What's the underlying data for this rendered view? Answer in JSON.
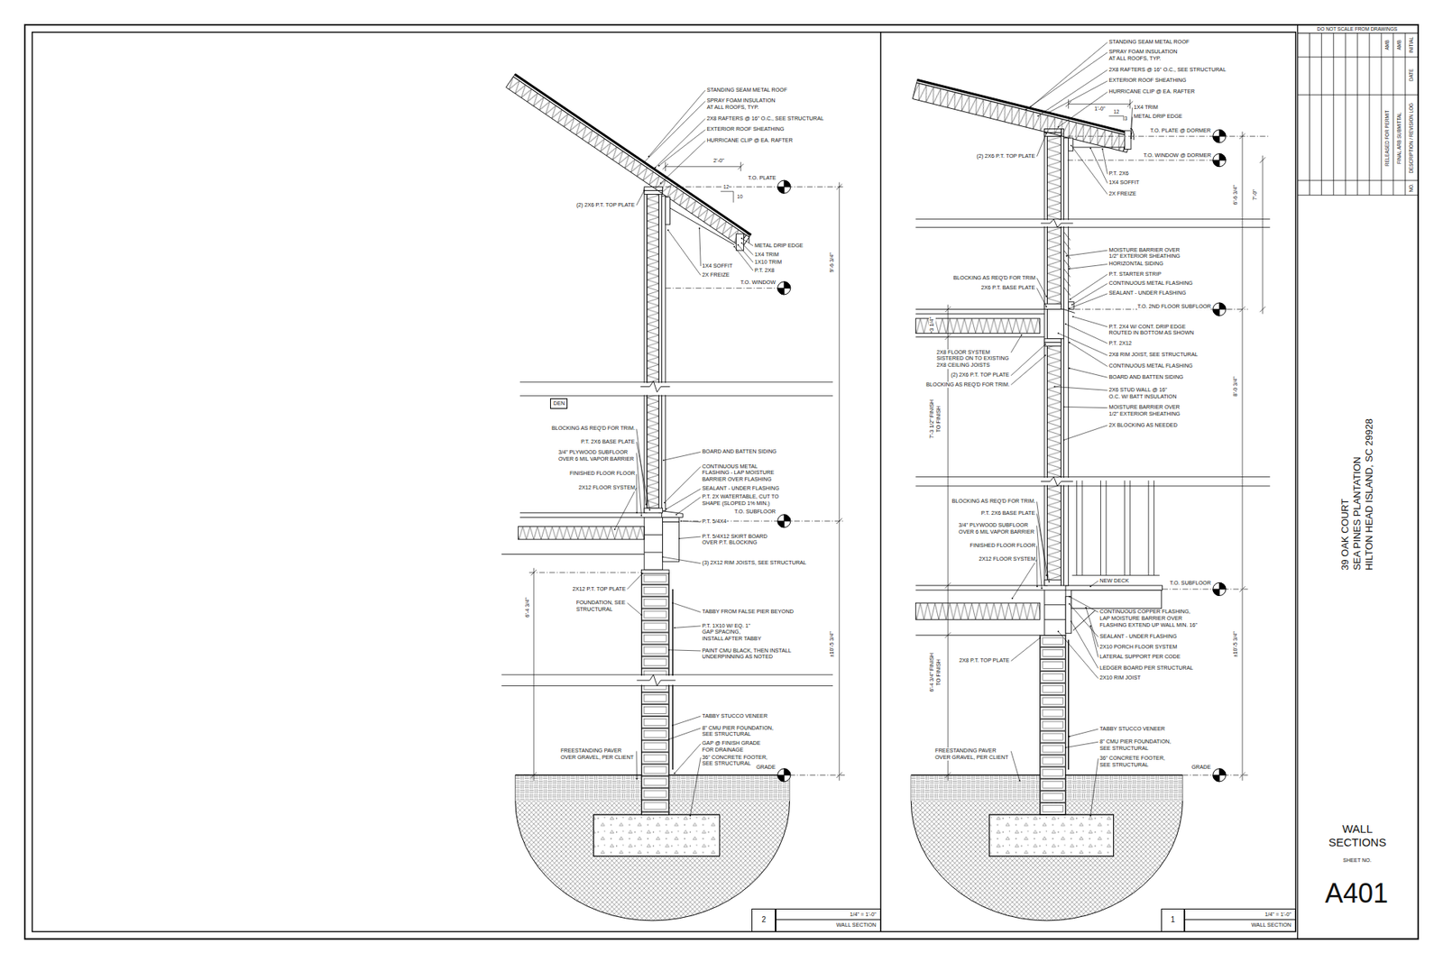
{
  "diagram": {
    "nodes": [
      {
        "text": [
          "DEN"
        ]
      },
      {
        "text": [
          "2"
        ]
      },
      {
        "text": [
          "1/4\" = 1'-0\"",
          "WALL SECTION"
        ]
      },
      {
        "text": [
          "1"
        ]
      },
      {
        "text": [
          "1/4\" = 1'-0\"",
          "WALL SECTION"
        ]
      }
    ],
    "labels": [
      "STANDING SEAM METAL ROOF",
      "SPRAY FOAM INSULATION AT ALL ROOFS, TYP.",
      "2X8 RAFTERS @ 16\" O.C., SEE STRUCTURAL",
      "EXTERIOR ROOF SHEATHING",
      "HURRICANE CLIP @ EA. RAFTER",
      "2'-0\"",
      "12",
      "10",
      "T.O. PLATE",
      "(2) 2X6 P.T. TOP PLATE",
      "METAL DRIP EDGE",
      "1X4 TRIM",
      "1X10 TRIM",
      "P.T. 2X8",
      "1X4 SOFFIT",
      "2X FREIZE",
      "T.O. WINDOW",
      "9'-6 3/4\"",
      "BLOCKING AS REQ'D FOR TRIM.",
      "P.T. 2X6 BASE PLATE",
      "3/4\" PLYWOOD SUBFLOOR OVER 6 MIL VAPOR BARRIER",
      "FINISHED FLOOR FLOOR",
      "2X12 FLOOR SYSTEM",
      "BOARD AND BATTEN SIDING",
      "CONTINUOUS METAL FLASHING - LAP MOISTURE BARRIER OVER FLASHING",
      "SEALANT - UNDER FLASHING",
      "P.T. 2X WATERTABLE, CUT TO SHAPE (SLOPED 1% MIN.)",
      "T.O. SUBFLOOR",
      "P.T. 5/4X4",
      "P.T. 5/4X12 SKIRT BOARD OVER P.T. BLOCKING",
      "(3) 2X12 RIM JOISTS, SEE STRUCTURAL",
      "±10'-5 3/4\"",
      "6'-4 3/4\"",
      "2X12 P.T. TOP PLATE",
      "FOUNDATION, SEE STRUCTURAL",
      "TABBY FROM FALSE PIER BEYOND",
      "P.T. 1X10 W/ EQ. 1\" GAP SPACING, INSTALL AFTER TABBY",
      "PAINT CMU BLACK, THEN INSTALL UNDERPINNING AS NOTED",
      "TABBY STUCCO VENEER",
      "8\" CMU PIER FOUNDATION, SEE STRUCTURAL",
      "GAP @ FINISH GRADE FOR DRAINAGE",
      "36\" CONCRETE FOOTER, SEE STRUCTURAL",
      "FREESTANDING PAVER OVER GRAVEL, PER CLIENT",
      "GRADE",
      "STANDING SEAM METAL ROOF",
      "SPRAY FOAM INSULATION AT ALL ROOFS, TYP.",
      "2X8 RAFTERS @ 16\" O.C., SEE STRUCTURAL",
      "EXTERIOR ROOF SHEATHING",
      "HURRICANE CLIP @ EA. RAFTER",
      "1'-0\"",
      "12",
      "3",
      "1X4 TRIM",
      "METAL DRIP EDGE",
      "T.O. PLATE @ DORMER",
      "(2) 2X6 P.T. TOP PLATE",
      "T.O. WINDOW @ DORMER",
      "P.T. 2X6",
      "1X4 SOFFIT",
      "2X FREIZE",
      "6'-6 3/4\"",
      "7'-0\"",
      "MOISTURE BARRIER OVER 1/2\" EXTERIOR SHEATHING",
      "HORIZONTAL SIDING",
      "P.T. STARTER STRIP",
      "CONTINUOUS METAL FLASHING",
      "SEALANT - UNDER FLASHING",
      "T.O. 2ND FLOOR SUBFLOOR",
      "BLOCKING AS REQ'D FOR TRIM",
      "2X6 P.T. BASE PLATE",
      "3 1/4\"",
      "P.T. 2X4 W/ CONT. DRIP EDGE ROUTED IN BOTTOM AS SHOWN",
      "P.T. 2X12",
      "2X8 RIM JOIST, SEE STRUCTURAL",
      "CONTINUOUS METAL FLASHING",
      "BOARD AND BATTEN SIDING",
      "2X6 STUD WALL @ 16\" O.C. W/ BATT INSULATION",
      "MOISTURE BARRIER OVER 1/2\" EXTERIOR SHEATHING",
      "2X BLOCKING AS NEEDED",
      "8'-0 3/4\"",
      "2X8 FLOOR SYSTEM SISTERED ON TO EXISTING 2X8 CEILING JOISTS",
      "(2) 2X6 P.T. TOP PLATE",
      "BLOCKING AS REQ'D FOR TRIM.",
      "7'-3 1/2\" FINISH TO FINISH",
      "BLOCKING AS REQ'D FOR TRIM.",
      "P.T. 2X6 BASE PLATE",
      "3/4\" PLYWOOD SUBFLOOR OVER 6 MIL VAPOR BARRIER",
      "FINISHED FLOOR FLOOR",
      "2X12 FLOOR SYSTEM",
      "NEW DECK",
      "T.O. SUBFLOOR",
      "CONTINUOUS COPPER FLASHING, LAP MOISTURE BARRIER OVER FLASHING EXTEND UP WALL MIN. 16\"",
      "SEALANT - UNDER FLASHING",
      "2X10 PORCH FLOOR SYSTEM",
      "LATERAL SUPPORT PER CODE",
      "LEDGER BOARD PER STRUCTURAL",
      "2X10 RIM JOIST",
      "±10'-5 3/4\"",
      "6'-4 3/4\" FINISH TO FINISH",
      "2X8 P.T. TOP PLATE",
      "TABBY STUCCO VENEER",
      "8\" CMU PIER FOUNDATION, SEE STRUCTURAL",
      "36\" CONCRETE FOOTER, SEE STRUCTURAL",
      "FREESTANDING PAVER OVER GRAVEL, PER CLIENT",
      "GRADE",
      "DO NOT SCALE FROM DRAWINGS",
      "AMB",
      "AMB",
      "INITIAL",
      "DATE",
      "RELEASED FOR PERMIT",
      "FINAL ARB SUBMITTAL",
      "DESCRIPTION / REVISION LOG",
      "NO.",
      "39 OAK COURT",
      "SEA PINES PLANTATION",
      "HILTON HEAD ISLAND, SC 29928",
      "WALL SECTIONS",
      "SHEET NO.",
      "A401"
    ]
  }
}
